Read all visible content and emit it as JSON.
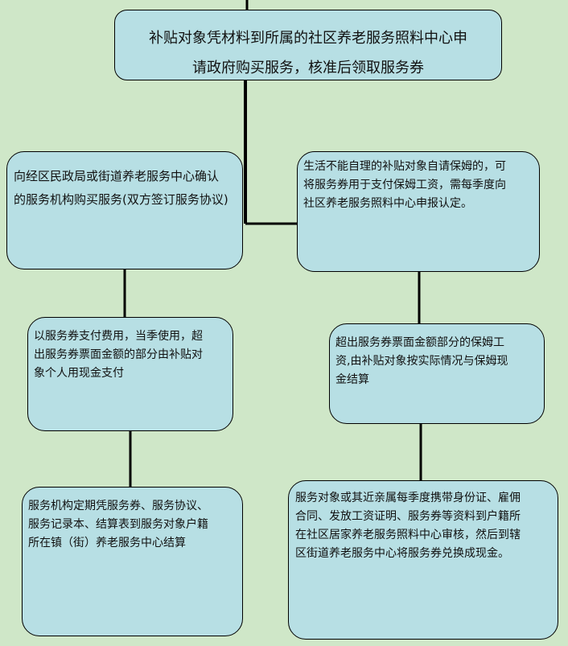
{
  "diagram": {
    "nodes": {
      "top": {
        "text": "补贴对象凭材料到所属的社区养老服务照料中心申\n请政府购买服务，核准后领取服务券"
      },
      "left_1": {
        "text": "向经区民政局或街道养老服务中心确认\n的服务机构购买服务(双方签订服务协议)"
      },
      "right_1": {
        "text": "生活不能自理的补贴对象自请保姆的，可\n将服务券用于支付保姆工资，需每季度向\n社区养老服务照料中心申报认定。"
      },
      "left_2": {
        "text": "以服务券支付费用，当季使用，超\n出服务券票面金额的部分由补贴对\n象个人用现金支付"
      },
      "right_2": {
        "text": "超出服务券票面金额部分的保姆工\n资,由补贴对象按实际情况与保姆现\n金结算"
      },
      "left_3": {
        "text": "服务机构定期凭服务券、服务协议、\n服务记录本、结算表到服务对象户籍\n所在镇（街）养老服务中心结算"
      },
      "right_3": {
        "text": "服务对象或其近亲属每季度携带身份证、雇佣\n合同、发放工资证明、服务券等资料到户籍所\n在社区居家养老服务照料中心审核，然后到辖\n区街道养老服务中心将服务券兑换成现金。"
      }
    },
    "colors": {
      "background": "#cfe7c8",
      "node_fill": "#b7dfe4",
      "line": "#000000"
    }
  }
}
